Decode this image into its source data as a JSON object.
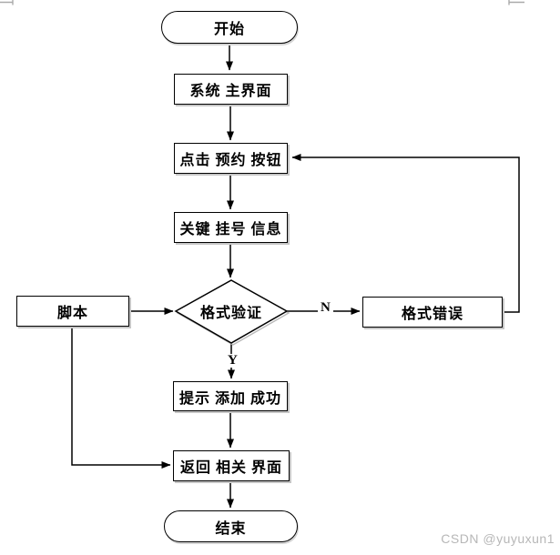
{
  "flowchart": {
    "nodes": {
      "start": "开始",
      "main_ui": "系统 主界面",
      "click_reserve": "点击 预约 按钮",
      "key_info": "关键 挂号 信息",
      "validate": "格式验证",
      "script": "脚本",
      "format_error": "格式错误",
      "success_tip": "提示 添加 成功",
      "return_ui": "返回 相关 界面",
      "end": "结束"
    },
    "branch_labels": {
      "no": "N",
      "yes": "Y"
    }
  },
  "watermark": "CSDN @yuyuxun1",
  "colors": {
    "line": "#000000",
    "node_fill": "#ffffff",
    "node_shadow": "#c6c6c6",
    "watermark": "#b7b7b7",
    "corner_mark": "#aaaaaa"
  }
}
